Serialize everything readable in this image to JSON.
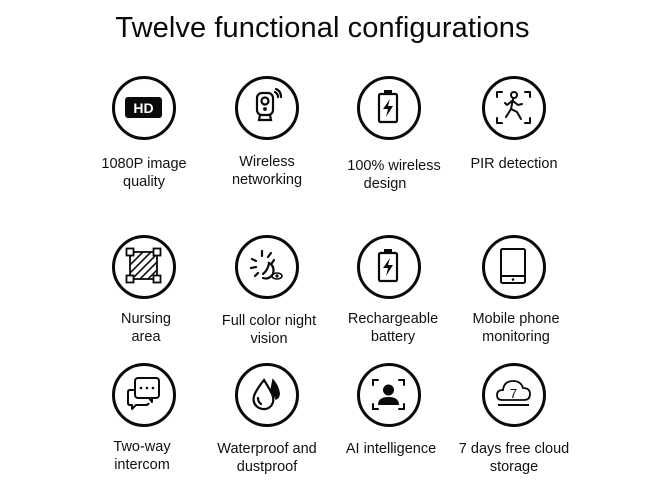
{
  "title": "Twelve functional configurations",
  "accent_color": "#0a0a0a",
  "features": [
    {
      "icon": "hd-icon",
      "label_line1": "1080P image",
      "label_line2": "quality"
    },
    {
      "icon": "wireless-camera-icon",
      "label_line1": "Wireless",
      "label_line2": "networking"
    },
    {
      "icon": "battery-charging-icon",
      "label_line1": "100% wireless",
      "label_line2": "design"
    },
    {
      "icon": "motion-person-icon",
      "label_line1": "PIR detection",
      "label_line2": ""
    },
    {
      "icon": "area-select-icon",
      "label_line1": "Nursing",
      "label_line2": "area"
    },
    {
      "icon": "night-vision-icon",
      "label_line1": "Full color night",
      "label_line2": "vision"
    },
    {
      "icon": "battery-charging-icon",
      "label_line1": "Rechargeable",
      "label_line2": "battery"
    },
    {
      "icon": "mobile-phone-icon",
      "label_line1": "Mobile phone",
      "label_line2": "monitoring"
    },
    {
      "icon": "chat-bubbles-icon",
      "label_line1": "Two-way",
      "label_line2": "intercom"
    },
    {
      "icon": "water-drops-icon",
      "label_line1": "Waterproof and",
      "label_line2": "dustproof"
    },
    {
      "icon": "face-recognition-icon",
      "label_line1": "AI intelligence",
      "label_line2": ""
    },
    {
      "icon": "cloud-7-icon",
      "label_line1": "7 days free cloud",
      "label_line2": "storage",
      "icon_text": "7"
    }
  ],
  "hd_text": "HD"
}
